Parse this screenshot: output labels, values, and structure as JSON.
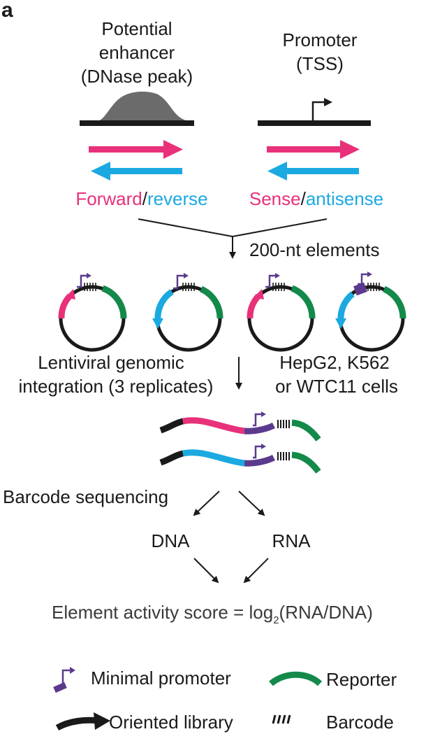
{
  "panel_label": "a",
  "enhancer": {
    "title_line1": "Potential",
    "title_line2": "enhancer",
    "title_line3": "(DNase peak)",
    "label_forward": "Forward",
    "label_sep": "/",
    "label_reverse": "reverse"
  },
  "promoter": {
    "title_line1": "Promoter",
    "title_line2": "(TSS)",
    "label_sense": "Sense",
    "label_sep": "/",
    "label_antisense": "antisense"
  },
  "step_elements": "200-nt elements",
  "integration": {
    "line1": "Lentiviral genomic",
    "line2": "integration (3 replicates)"
  },
  "cells": {
    "line1": "HepG2, K562",
    "line2": "or WTC11 cells"
  },
  "barcode_sequencing": "Barcode sequencing",
  "dna_label": "DNA",
  "rna_label": "RNA",
  "score": {
    "prefix": "Element activity score = log",
    "subscript": "2",
    "suffix": "(RNA/DNA)"
  },
  "legend": {
    "minimal_promoter": "Minimal promoter",
    "reporter": "Reporter",
    "oriented_library": "Oriented library",
    "barcode": "Barcode"
  },
  "colors": {
    "pink": "#e8317a",
    "cyan": "#1ba9e1",
    "purple": "#5b3a8e",
    "green": "#13894a",
    "black": "#1a1a1a",
    "peak_gray": "#6b6b6b"
  }
}
